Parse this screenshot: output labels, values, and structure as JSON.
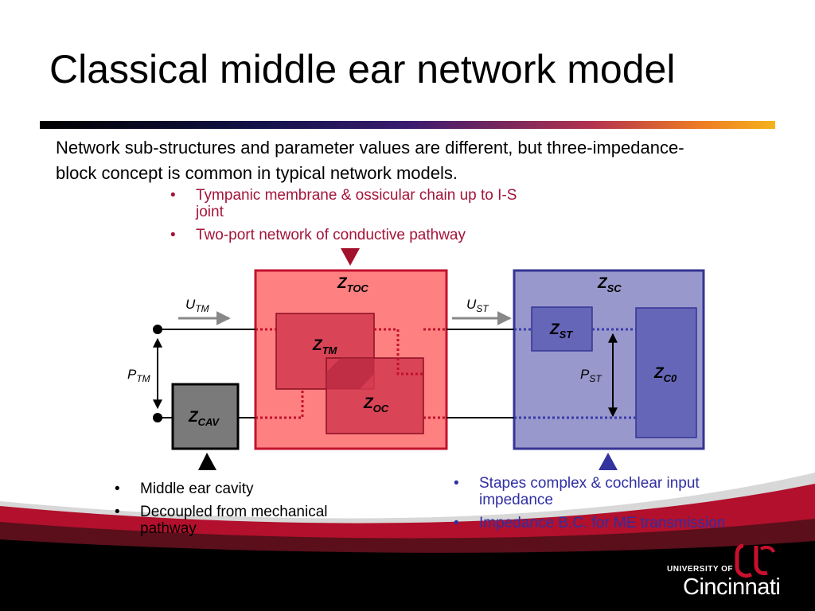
{
  "slide": {
    "title": "Classical middle ear network model",
    "intro": "Network sub-structures and parameter values are different, but three-impedance-block concept is common in typical network models.",
    "top_bullets": [
      "Tympanic membrane & ossicular chain up to I-S joint",
      "Two-port network of conductive pathway"
    ],
    "left_bullets": [
      "Middle ear cavity",
      "Decoupled from mechanical pathway"
    ],
    "right_bullets": [
      "Stapes complex & cochlear input impedance",
      "Impedance B.C. for ME transmission"
    ]
  },
  "diagram": {
    "labels": {
      "z_toc": {
        "main": "Z",
        "sub": "TOC"
      },
      "z_tm": {
        "main": "Z",
        "sub": "TM"
      },
      "z_oc": {
        "main": "Z",
        "sub": "OC"
      },
      "z_cav": {
        "main": "Z",
        "sub": "CAV"
      },
      "z_sc": {
        "main": "Z",
        "sub": "SC"
      },
      "z_st": {
        "main": "Z",
        "sub": "ST"
      },
      "z_c0": {
        "main": "Z",
        "sub": "C0"
      },
      "u_tm": {
        "main": "U",
        "sub": "TM"
      },
      "u_st": {
        "main": "U",
        "sub": "ST"
      },
      "p_tm": {
        "main": "P",
        "sub": "TM"
      },
      "p_st": {
        "main": "P",
        "sub": "ST"
      }
    },
    "colors": {
      "toc_fill": "#ff8080",
      "toc_border": "#c3122e",
      "inner_red": "#d33a50",
      "sc_fill": "#9898cc",
      "sc_border": "#343494",
      "inner_blue": "#6666b8",
      "cav_fill": "#7a7a7a",
      "red_marker": "#a3102c",
      "blue_marker": "#3434a0",
      "dotted_red": "#c0102c",
      "dotted_blue": "#3a3aaa"
    }
  },
  "logo": {
    "line1": "UNIVERSITY OF",
    "line2": "Cincinnati"
  }
}
